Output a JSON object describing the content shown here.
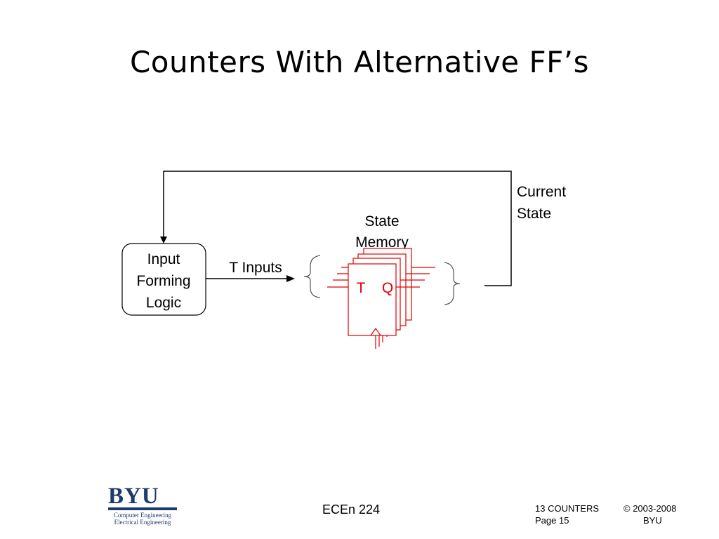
{
  "slide": {
    "title": "Counters With Alternative FF’s"
  },
  "diagram": {
    "input_block_lines": [
      "Input",
      "Forming",
      "Logic"
    ],
    "t_inputs_label": "T Inputs",
    "state_memory_lines": [
      "State",
      "Memory"
    ],
    "current_state_lines": [
      "Current",
      "State"
    ],
    "ff_t_label": "T",
    "ff_q_label": "Q",
    "ff_color": "#e00000"
  },
  "footer": {
    "logo_word": "BYU",
    "logo_line1": "Computer Engineering",
    "logo_line2": "Electrical Engineering",
    "course": "ECEn 224",
    "chapter": "13 COUNTERS",
    "page": "Page 15",
    "copyright": "© 2003-2008",
    "org": "BYU"
  }
}
